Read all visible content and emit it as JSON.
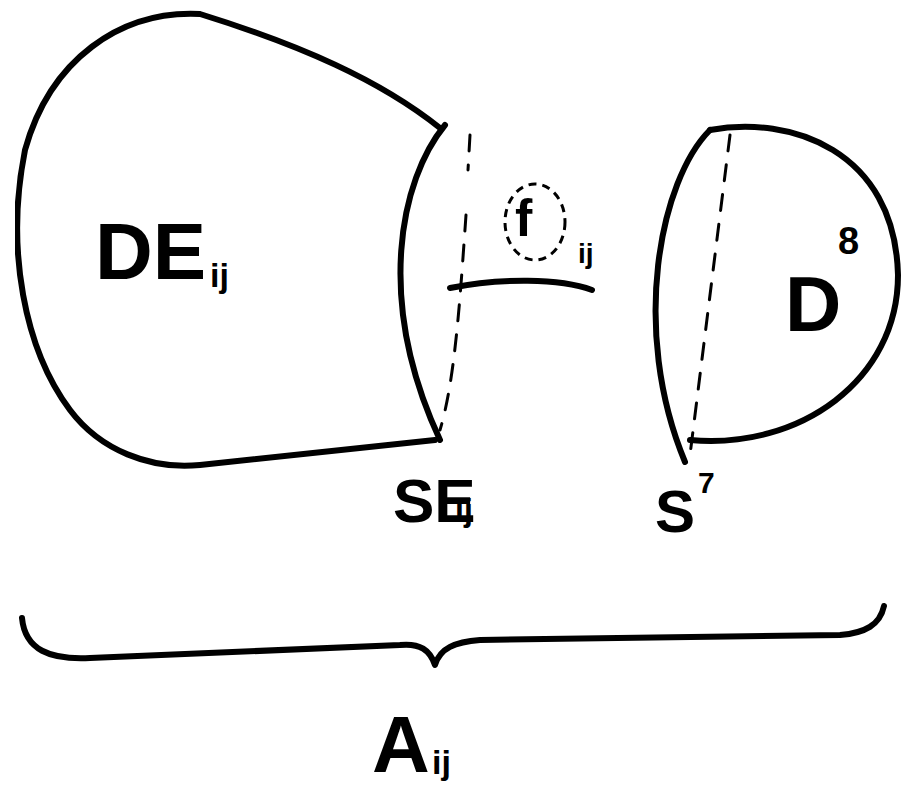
{
  "diagram": {
    "nodes": [
      {
        "text": [
          "DE",
          "ij"
        ]
      },
      {
        "text": [
          "D",
          "8"
        ]
      }
    ],
    "labels": [
      "f",
      "ij",
      "SE",
      "ij",
      "S",
      "7",
      "A",
      "ij"
    ]
  }
}
